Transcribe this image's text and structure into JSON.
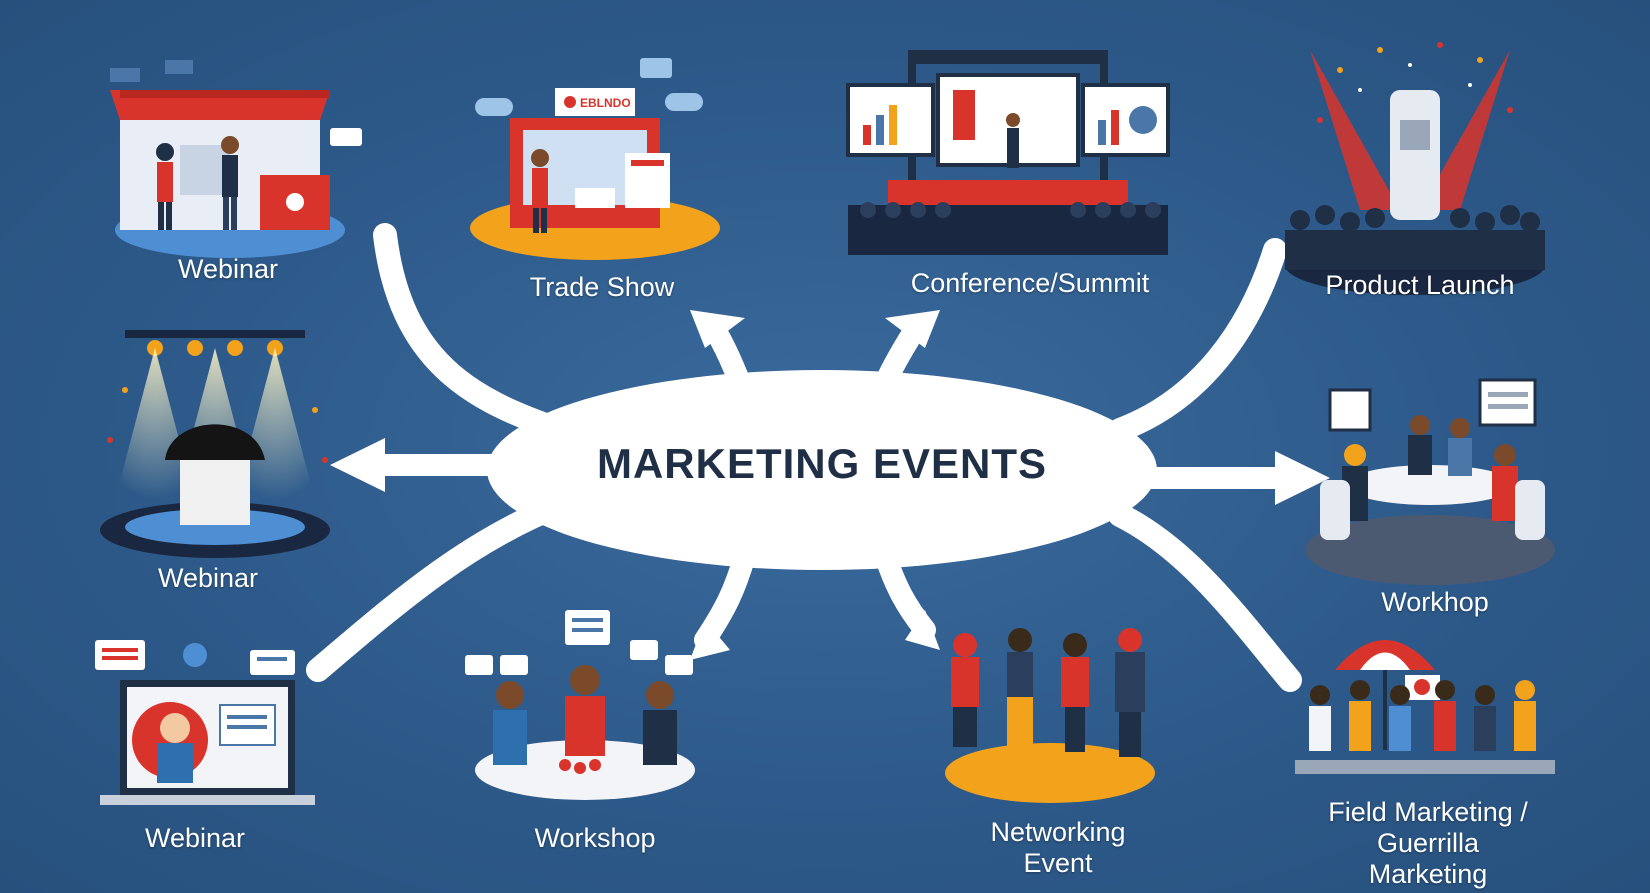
{
  "center": {
    "title": "MARKETING EVENTS"
  },
  "events": [
    {
      "id": "webinar-booth",
      "label": "Webinar",
      "icon": "exhibition-booth-icon"
    },
    {
      "id": "trade-show",
      "label": "Trade Show",
      "icon": "trade-show-booth-icon",
      "sign": "EBLNDO"
    },
    {
      "id": "conference-summit",
      "label": "Conference/Summit",
      "icon": "conference-stage-icon"
    },
    {
      "id": "product-launch",
      "label": "Product Launch",
      "icon": "product-launch-crowd-icon"
    },
    {
      "id": "webinar-stage",
      "label": "Webinar",
      "icon": "spotlight-unveiling-icon"
    },
    {
      "id": "workhop",
      "label": "Workhop",
      "icon": "meeting-table-icon"
    },
    {
      "id": "webinar-laptop",
      "label": "Webinar",
      "icon": "laptop-video-call-icon"
    },
    {
      "id": "workshop",
      "label": "Workshop",
      "icon": "workshop-table-icon"
    },
    {
      "id": "networking-event",
      "label_lines": [
        "Networking",
        "Event"
      ],
      "icon": "networking-group-icon"
    },
    {
      "id": "field-marketing",
      "label_lines": [
        "Field Marketing /",
        "Guerrilla Marketing"
      ],
      "icon": "street-stall-icon"
    }
  ],
  "colors": {
    "background": "#2f5c8e",
    "accent_red": "#d9342b",
    "accent_orange": "#f2a21b",
    "navy": "#1f2f45",
    "arrow": "#ffffff"
  }
}
